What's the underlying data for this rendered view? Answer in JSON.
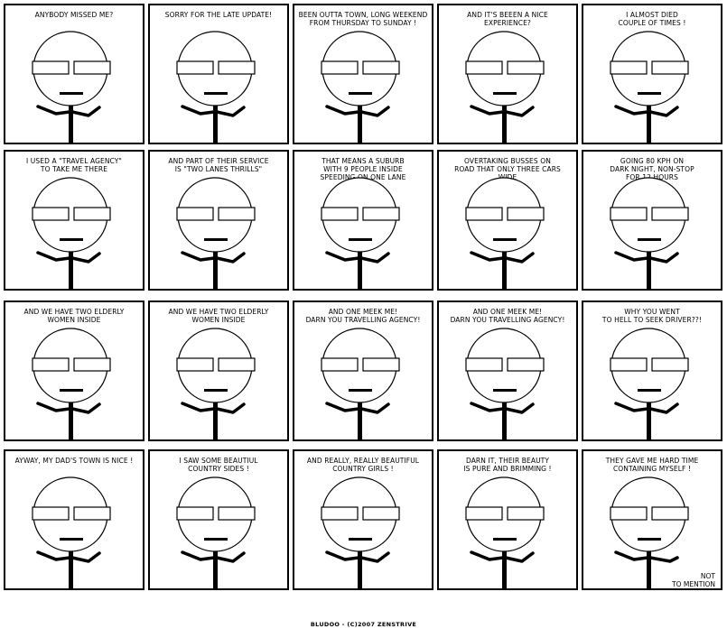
{
  "panels": [
    {
      "caption": "ANYBODY MISSED ME?"
    },
    {
      "caption": "SORRY FOR THE LATE UPDATE!"
    },
    {
      "caption": "BEEN OUTTA TOWN, LONG WEEKEND\nFROM THURSDAY TO SUNDAY !"
    },
    {
      "caption": "AND IT'S BEEEN A NICE\nEXPERIENCE?"
    },
    {
      "caption": "I ALMOST DIED\nCOUPLE OF TIMES !"
    },
    {
      "caption": "I USED A \"TRAVEL AGENCY\"\nTO TAKE ME THERE"
    },
    {
      "caption": "AND PART OF THEIR SERVICE\nIS \"TWO LANES THRILLS\""
    },
    {
      "caption": "THAT MEANS A SUBURB\nWITH 9 PEOPLE INSIDE\nSPEEDING ON ONE LANE"
    },
    {
      "caption": "OVERTAKING BUSSES ON\nROAD THAT ONLY THREE CARS\nWIDE"
    },
    {
      "caption": "GOING 80 KPH ON\nDARK NIGHT, NON-STOP\nFOR 12 HOURS"
    },
    {
      "caption": "AND WE HAVE TWO ELDERLY\nWOMEN INSIDE"
    },
    {
      "caption": "AND WE HAVE TWO ELDERLY\nWOMEN INSIDE"
    },
    {
      "caption": "AND ONE MEEK ME!\nDARN YOU TRAVELLING AGENCY!"
    },
    {
      "caption": "AND ONE MEEK ME!\nDARN YOU TRAVELLING AGENCY!"
    },
    {
      "caption": "WHY YOU WENT\nTO HELL TO SEEK DRIVER??!"
    },
    {
      "caption": "AYWAY, MY DAD's TOWN IS NICE !"
    },
    {
      "caption": "I SAW SOME BEAUTIUL\nCOUNTRY SIDES !"
    },
    {
      "caption": "AND REALLY, REALLY BEAUTIFUL\nCOUNTRY GIRLS !"
    },
    {
      "caption": "DARN IT, THEIR BEAUTY\nIS PURE AND BRIMMING !"
    },
    {
      "caption": "THEY GAVE ME HARD TIME\nCONTAINING MYSELF !",
      "note": "NOT\nTO MENTION\nSOME\n\" HARD\" TIMES !"
    }
  ],
  "footer": "BLUDOO - (C)2007 ZENSTRIVE"
}
